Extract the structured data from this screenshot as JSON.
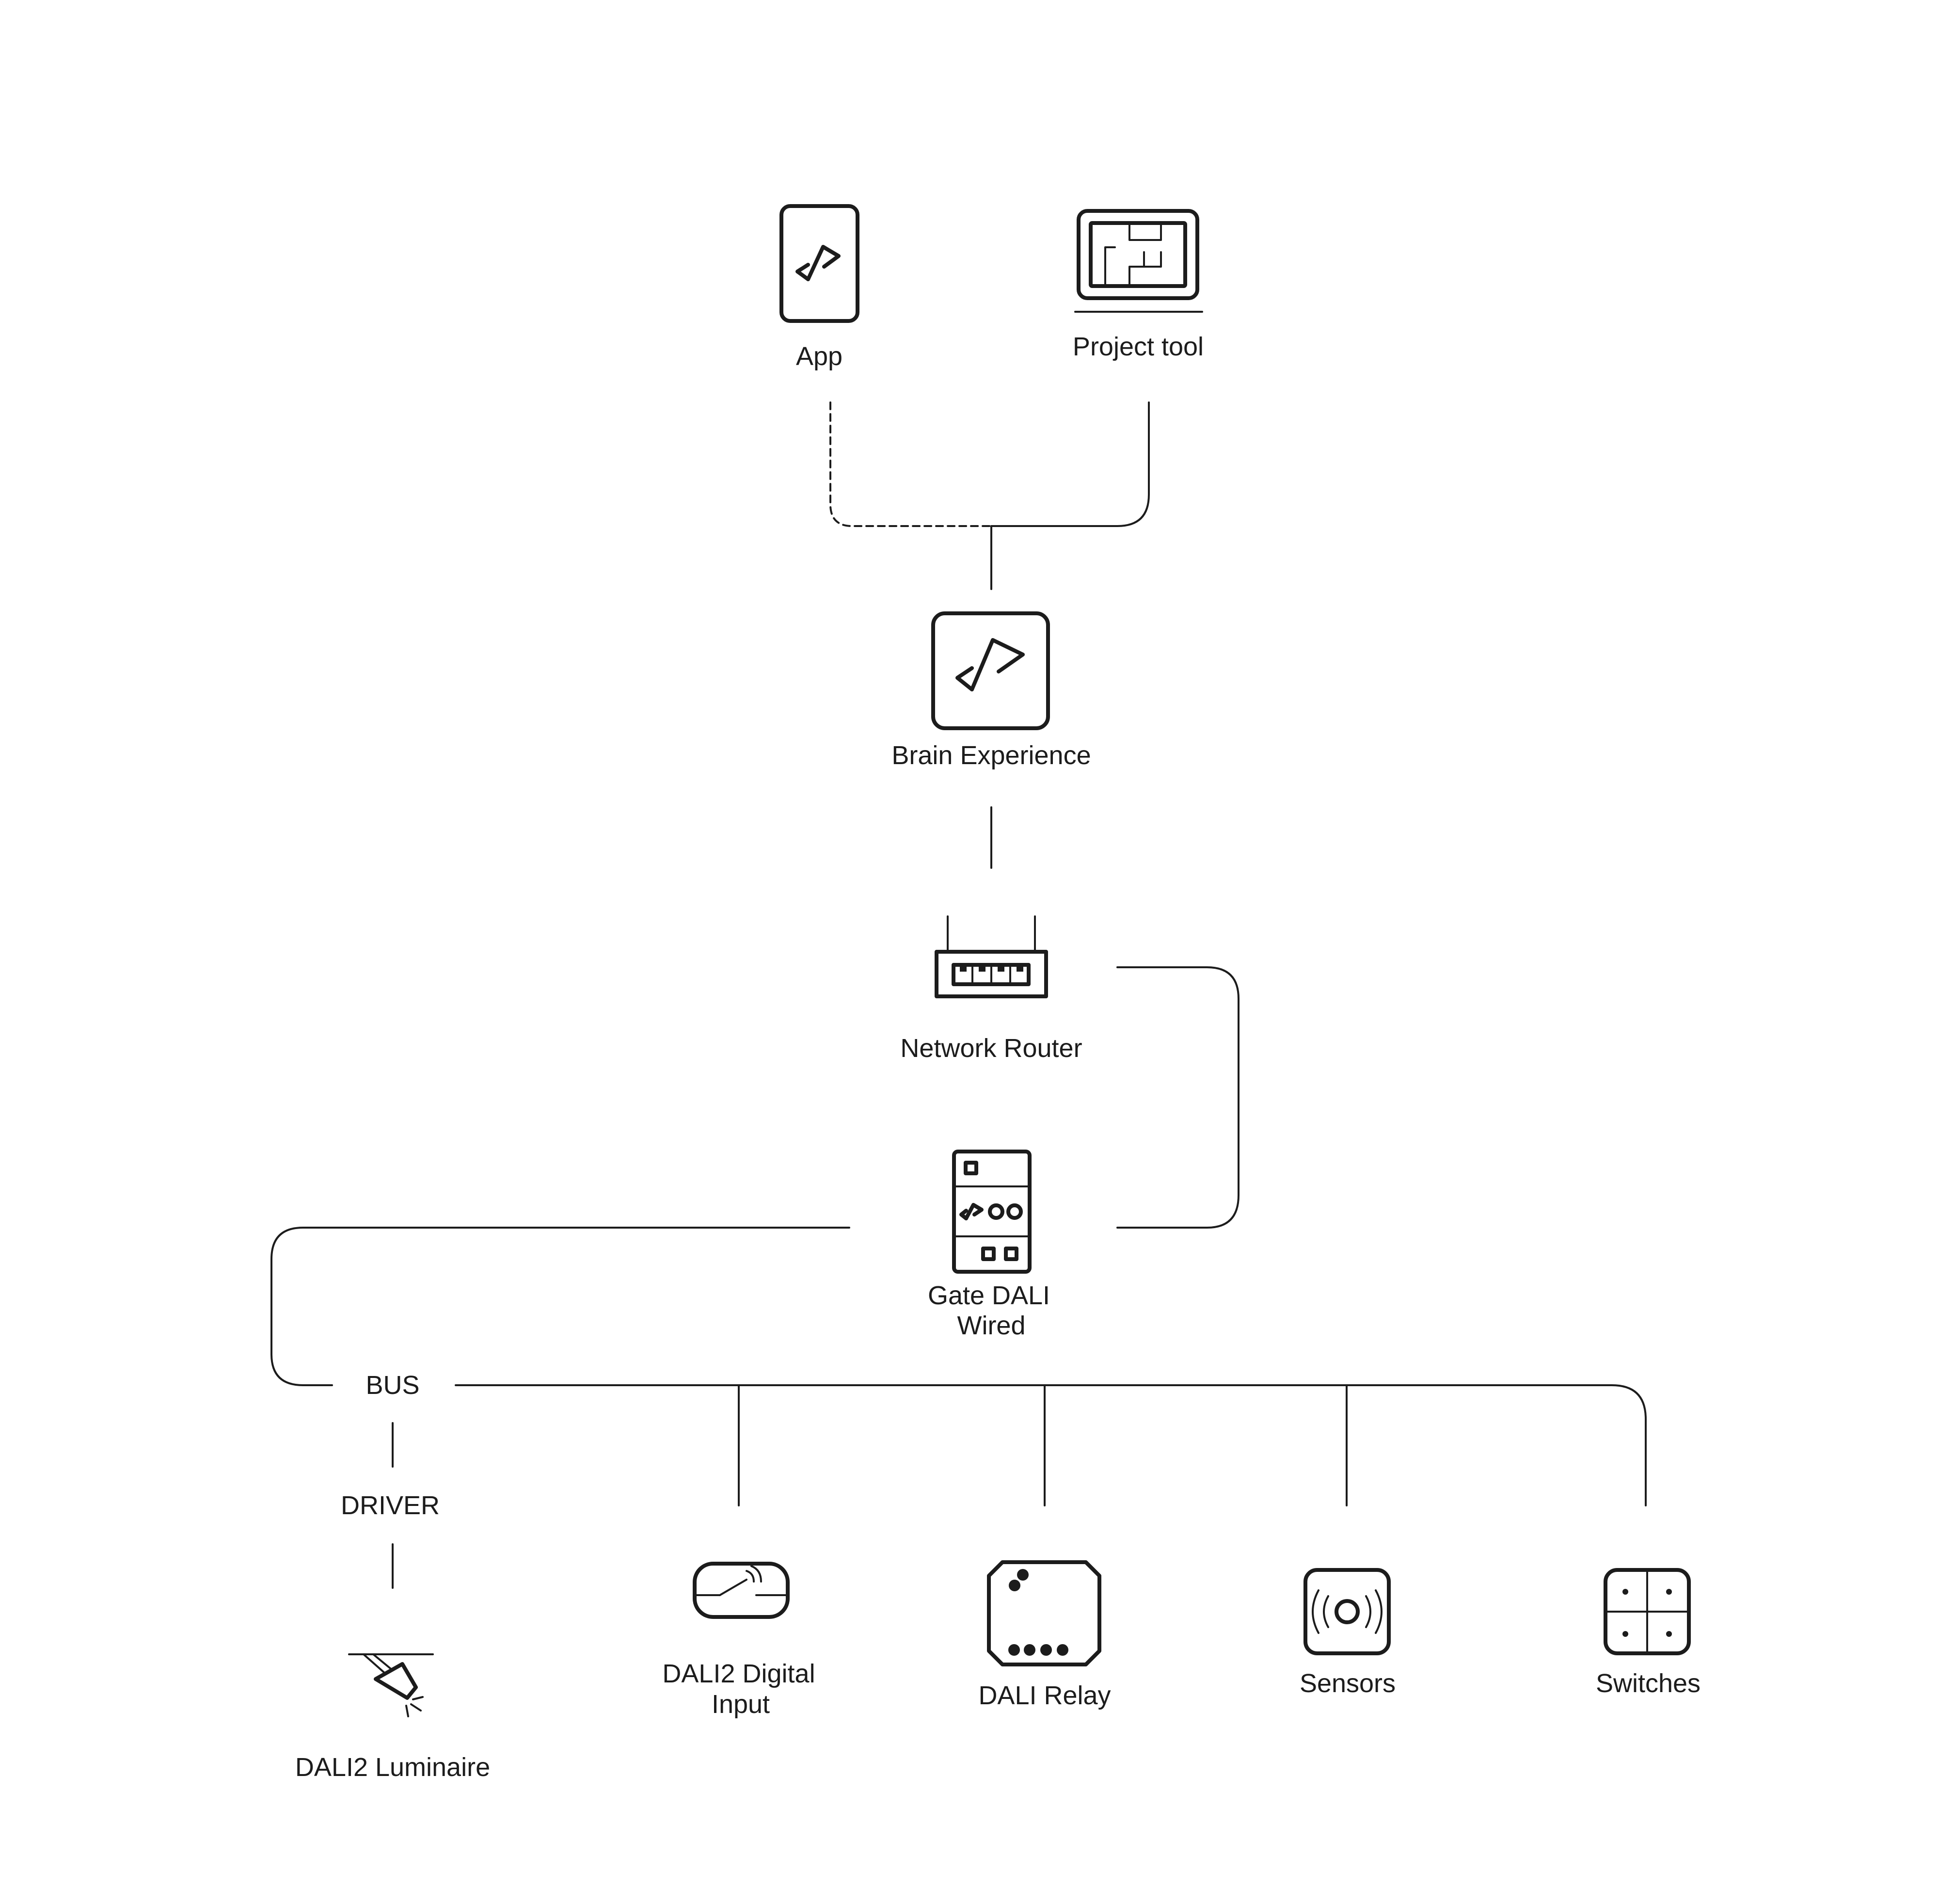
{
  "nodes": {
    "app": "App",
    "project_tool": "Project tool",
    "brain_experience": "Brain Experience",
    "network_router": "Network Router",
    "gate_dali_wired": [
      "Gate DALI",
      "Wired"
    ],
    "bus": "BUS",
    "driver": "DRIVER",
    "dali2_luminaire": "DALI2 Luminaire",
    "dali2_digital_input": [
      "DALI2 Digital",
      "Input"
    ],
    "dali_relay": "DALI Relay",
    "sensors": "Sensors",
    "switches": "Switches"
  },
  "connections": [
    {
      "from": "app",
      "to": "brain_experience",
      "style": "dashed"
    },
    {
      "from": "project_tool",
      "to": "brain_experience",
      "style": "solid"
    },
    {
      "from": "brain_experience",
      "to": "network_router",
      "style": "solid"
    },
    {
      "from": "network_router",
      "to": "gate_dali_wired",
      "style": "solid"
    },
    {
      "from": "gate_dali_wired",
      "to": "bus",
      "style": "solid"
    },
    {
      "from": "bus",
      "to": "driver",
      "style": "solid"
    },
    {
      "from": "driver",
      "to": "dali2_luminaire",
      "style": "solid"
    },
    {
      "from": "bus",
      "to": "dali2_digital_input",
      "style": "solid"
    },
    {
      "from": "bus",
      "to": "dali_relay",
      "style": "solid"
    },
    {
      "from": "bus",
      "to": "sensors",
      "style": "solid"
    },
    {
      "from": "bus",
      "to": "switches",
      "style": "solid"
    }
  ]
}
